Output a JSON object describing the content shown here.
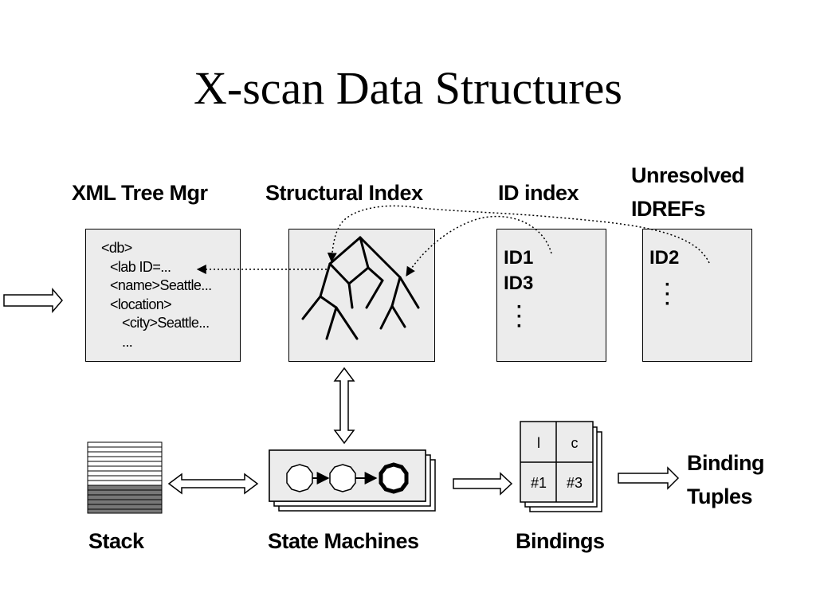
{
  "title": "X-scan Data Structures",
  "labels": {
    "xml_tree_mgr": "XML Tree Mgr",
    "structural_index": "Structural Index",
    "id_index": "ID index",
    "unresolved_line1": "Unresolved",
    "unresolved_line2": "IDREFs",
    "stack": "Stack",
    "state_machines": "State Machines",
    "bindings": "Bindings",
    "binding_tuples_line1": "Binding",
    "binding_tuples_line2": "Tuples"
  },
  "xml_tree": {
    "lines": [
      "<db>",
      "<lab  ID=...",
      "<name>Seattle...",
      "<location>",
      "<city>Seattle...",
      "..."
    ]
  },
  "id_index": {
    "entries": [
      "ID1",
      "ID3"
    ]
  },
  "unresolved": {
    "entries": [
      "ID2"
    ]
  },
  "bindings_table": {
    "headers": [
      "l",
      "c"
    ],
    "values": [
      "#1",
      "#3"
    ]
  },
  "colors": {
    "box_fill": "#ececec",
    "stack_light": "#ffffff",
    "stack_dark": "#777777"
  }
}
